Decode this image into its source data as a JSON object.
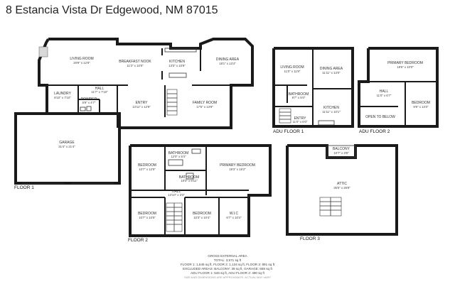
{
  "title": "8 Estancia Vista Dr Edgewood, NM 87015",
  "floor1": {
    "label": "FLOOR 1",
    "living_room": {
      "name": "LIVING ROOM",
      "dims": "20'9\" x 12'9\""
    },
    "breakfast_nook": {
      "name": "BREAKFAST NOOK",
      "dims": "11'3\" x 10'0\""
    },
    "kitchen": {
      "name": "KITCHEN",
      "dims": "13'3\" x 10'9\""
    },
    "dining_area": {
      "name": "DINING AREA",
      "dims": "18'1\" x 13'4\""
    },
    "hall": {
      "name": "HALL",
      "dims": "11'7\" x 7'10\""
    },
    "laundry": {
      "name": "LAUNDRY",
      "dims": "8'10\" x 7'10\""
    },
    "powder": {
      "name": "POWDER",
      "dims": "5'9\" x 4'7\""
    },
    "entry": {
      "name": "ENTRY",
      "dims": "13'11\" x 12'9\""
    },
    "family_room": {
      "name": "FAMILY ROOM",
      "dims": "17'5\" x 13'9\""
    },
    "garage": {
      "name": "GARAGE",
      "dims": "31'4\" x 21'4\""
    }
  },
  "floor2": {
    "label": "FLOOR 2",
    "bedroom_nw": {
      "name": "BEDROOM",
      "dims": "10'7\" x 12'9\""
    },
    "bathroom_top": {
      "name": "BATHROOM",
      "dims": "12'0\" x 5'4\""
    },
    "bathroom_mid": {
      "name": "BATHROOM",
      "dims": "10'0\" x 8'11\""
    },
    "primary_bedroom": {
      "name": "PRIMARY BEDROOM",
      "dims": "19'3\" x 16'2\""
    },
    "hall": {
      "name": "HALL",
      "dims": "13'10\" x 3'3\""
    },
    "bedroom_sw": {
      "name": "BEDROOM",
      "dims": "10'7\" x 10'5\""
    },
    "bedroom_s": {
      "name": "BEDROOM",
      "dims": "10'3\" x 10'4\""
    },
    "wic": {
      "name": "W.I.C",
      "dims": "6'7\" x 10'4\""
    }
  },
  "adu1": {
    "label": "ADU FLOOR 1",
    "living_room": {
      "name": "LIVING ROOM",
      "dims": "11'0\" x 11'8\""
    },
    "dining_area": {
      "name": "DINING AREA",
      "dims": "11'11\" x 13'0\""
    },
    "bathroom": {
      "name": "BATHROOM",
      "dims": "8'7\" x 5'0\""
    },
    "kitchen": {
      "name": "KITCHEN",
      "dims": "11'11\" x 10'1\""
    },
    "entry": {
      "name": "ENTRY",
      "dims": "11'0\" x 6'0\""
    }
  },
  "adu2": {
    "label": "ADU FLOOR 2",
    "primary_bedroom": {
      "name": "PRIMARY BEDROOM",
      "dims": "18'6\" x 10'0\""
    },
    "hall": {
      "name": "HALL",
      "dims": "11'0\" x 6'7\""
    },
    "bedroom": {
      "name": "BEDROOM",
      "dims": "9'9\" x 13'3\""
    },
    "open_to_below": {
      "name": "OPEN TO BELOW"
    }
  },
  "floor3": {
    "label": "FLOOR 3",
    "balcony": {
      "name": "BALCONY",
      "dims": "10'7\" x 3'8\""
    },
    "attic": {
      "name": "ATTIC",
      "dims": "35'5\" x 26'8\""
    }
  },
  "summary": {
    "line1": "GROSS EXTERNAL AREA",
    "line2": "TOTAL: 3,571 sq ft",
    "line3": "FLOOR 1: 1,546 sq ft, FLOOR 2: 1,134 sq ft, FLOOR 3: 891 sq ft",
    "line4": "EXCLUDED AREAS: BALCONY: 39 sq ft, GARAGE: 659 sq ft",
    "line5": "ADU FLOOR 1: 546 sq ft, ADU FLOOR 2: 490 sq ft",
    "line6": "SIZE AND DIMENSIONS ARE APPROXIMATE, ACTUAL MAY VARY"
  }
}
